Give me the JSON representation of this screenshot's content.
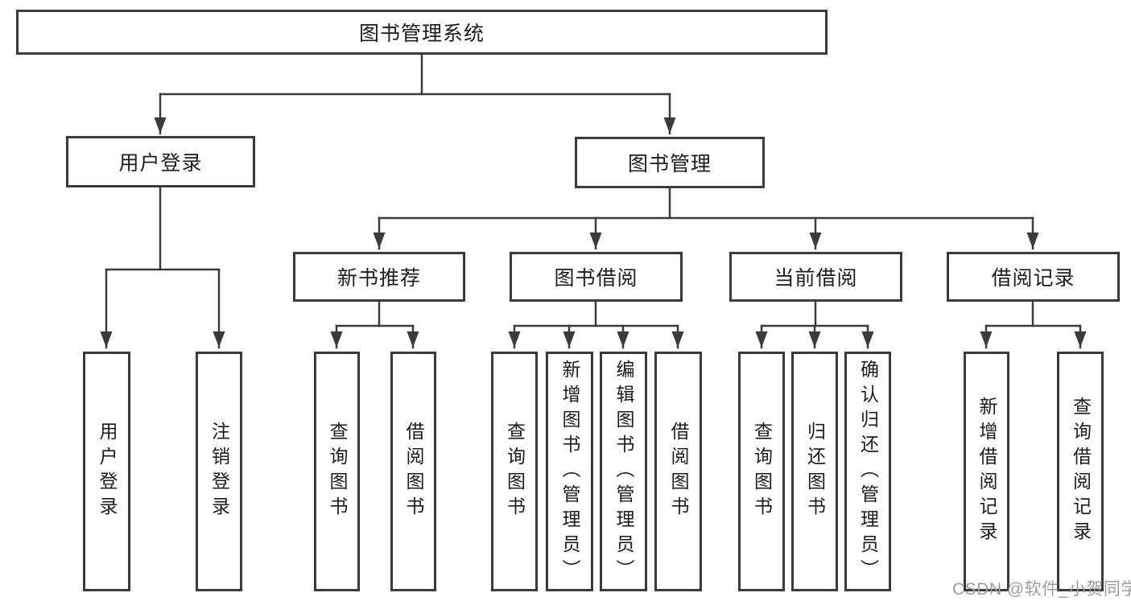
{
  "colors": {
    "background": "#ffffff",
    "line": "#3b3b3b",
    "box_border": "#3b3b3b",
    "text": "#1c1c1c",
    "watermark": "#9c9c9c"
  },
  "watermark": {
    "text": "CSDN @软件_小贺同学"
  },
  "tree": {
    "root": {
      "label": "图书管理系统"
    },
    "children": [
      {
        "label": "用户登录",
        "children": [
          {
            "label": "用户登录"
          },
          {
            "label": "注销登录"
          }
        ]
      },
      {
        "label": "图书管理",
        "children": [
          {
            "label": "新书推荐",
            "children": [
              {
                "label": "查询图书"
              },
              {
                "label": "借阅图书"
              }
            ]
          },
          {
            "label": "图书借阅",
            "children": [
              {
                "label": "查询图书"
              },
              {
                "label": "新增图书（管理员）"
              },
              {
                "label": "编辑图书（管理员）"
              },
              {
                "label": "借阅图书"
              }
            ]
          },
          {
            "label": "当前借阅",
            "children": [
              {
                "label": "查询图书"
              },
              {
                "label": "归还图书"
              },
              {
                "label": "确认归还（管理员）"
              }
            ]
          },
          {
            "label": "借阅记录",
            "children": [
              {
                "label": "新增借阅记录"
              },
              {
                "label": "查询借阅记录"
              }
            ]
          }
        ]
      }
    ]
  }
}
